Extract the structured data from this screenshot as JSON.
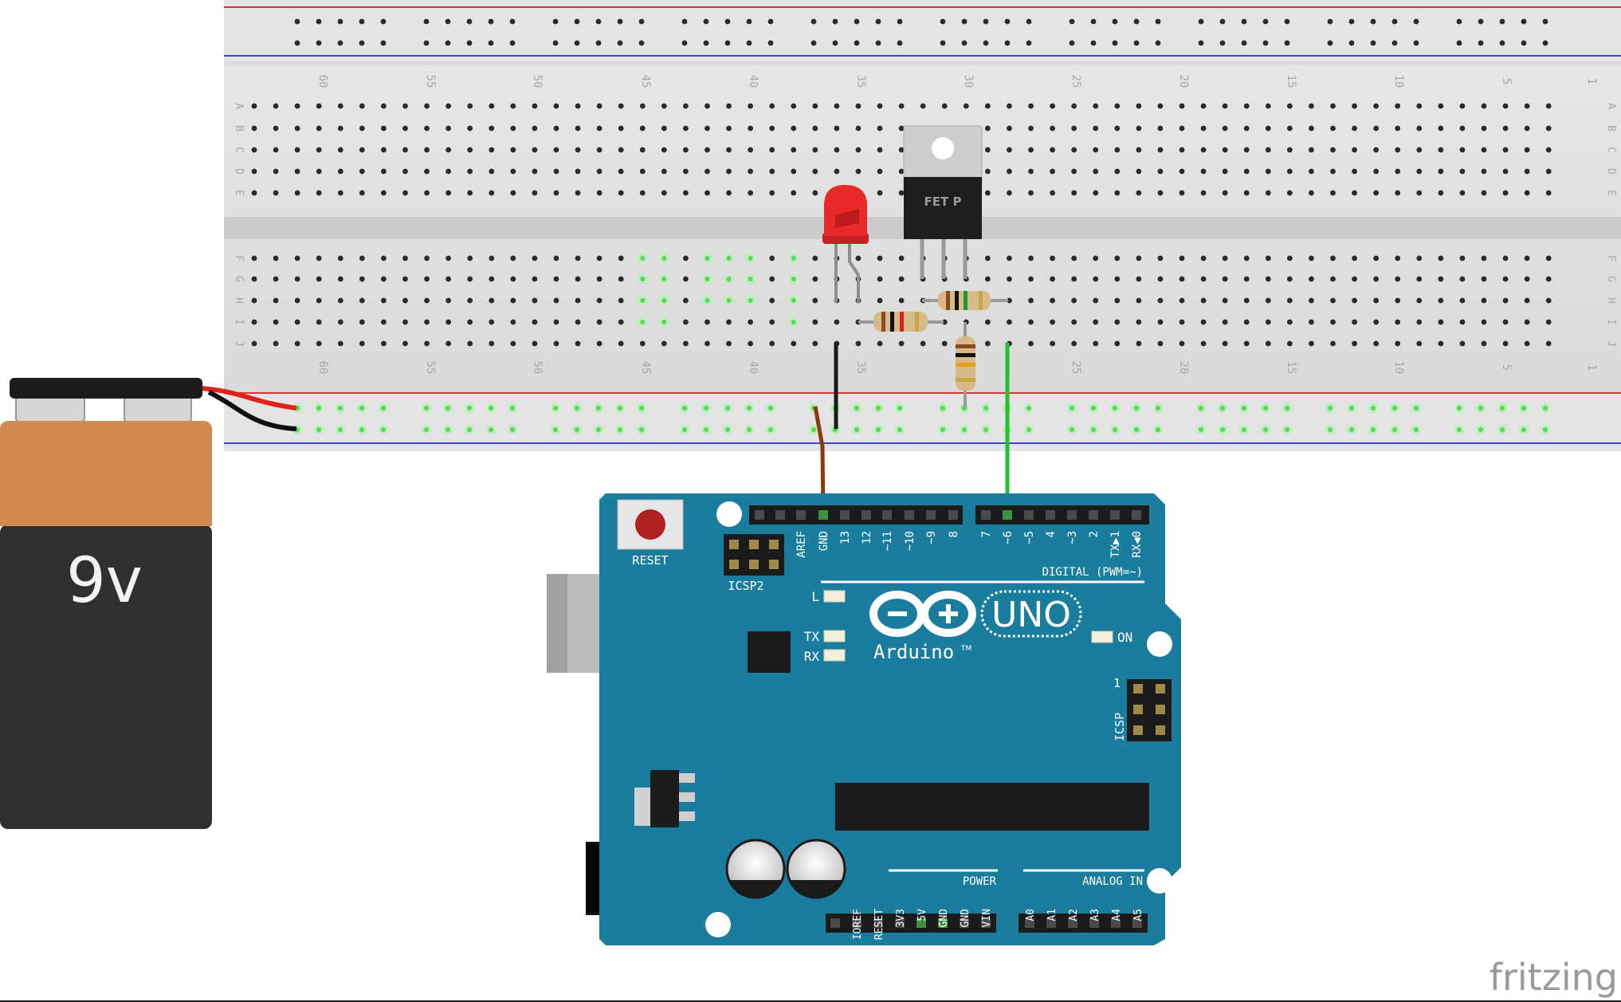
{
  "watermark": "fritzing",
  "battery": {
    "label": "9v"
  },
  "breadboard": {
    "column_labels": [
      "60",
      "55",
      "50",
      "45",
      "40",
      "35",
      "30",
      "25",
      "20",
      "15",
      "10",
      "5",
      "1"
    ],
    "row_labels_top": [
      "A",
      "B",
      "C",
      "D",
      "E"
    ],
    "row_labels_bottom": [
      "F",
      "G",
      "H",
      "I",
      "J"
    ]
  },
  "components": {
    "transistor_label": "FET P"
  },
  "arduino": {
    "reset_label": "RESET",
    "icsp2_label": "ICSP2",
    "icsp_label": "ICSP",
    "icsp_pin1": "1",
    "digital_header_pins": [
      "AREF",
      "GND",
      "13",
      "12",
      "~11",
      "~10",
      "~9",
      "8",
      "7",
      "~6",
      "~5",
      "4",
      "~3",
      "2",
      "TX▶1",
      "RX◀0"
    ],
    "digital_label": "DIGITAL (PWM=~)",
    "led_l": "L",
    "led_tx": "TX",
    "led_rx": "RX",
    "on_label": "ON",
    "brand": "Arduino",
    "trademark": "TM",
    "model": "UNO",
    "power_label": "POWER",
    "power_pins": [
      "IOREF",
      "RESET",
      "3V3",
      "5V",
      "GND",
      "GND",
      "VIN"
    ],
    "analog_label": "ANALOG IN",
    "analog_pins": [
      "A0",
      "A1",
      "A2",
      "A3",
      "A4",
      "A5"
    ]
  },
  "colors": {
    "board_blue": "#1b7d9e",
    "battery_orange": "#d2894f",
    "battery_body": "#2f2f2f",
    "wire_red": "#e0221b",
    "wire_green": "#22c22a",
    "wire_brown": "#8b3a0f",
    "led_red": "#e82a2a",
    "rail_red": "#d9342f",
    "rail_blue": "#3a48c8"
  }
}
